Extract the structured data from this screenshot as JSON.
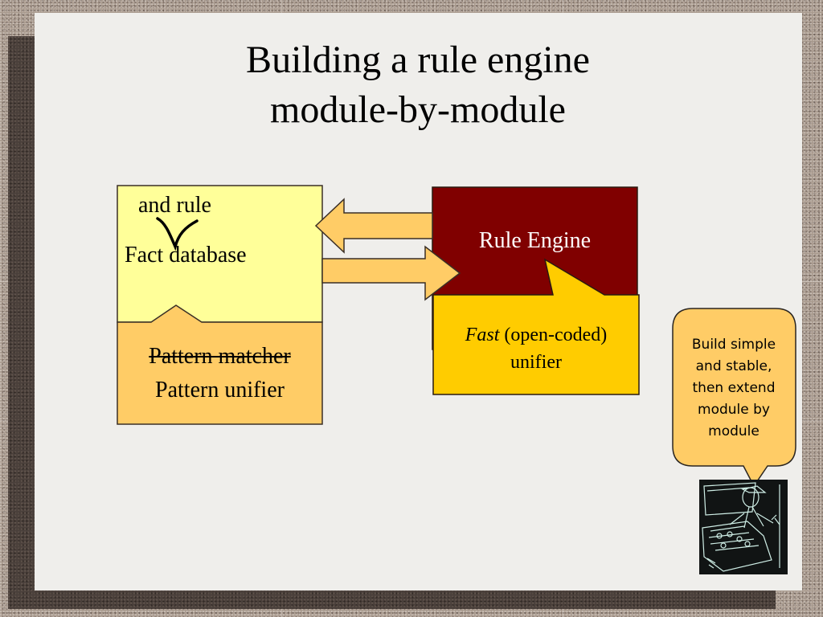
{
  "slide": {
    "title_line1": "Building a rule engine",
    "title_line2": "module-by-module"
  },
  "left_module": {
    "insert_text": "and rule",
    "label": "Fact database",
    "struck_label": "Pattern matcher",
    "replacement_label": "Pattern unifier",
    "colors": {
      "top": "#ffff99",
      "bottom": "#ffcc66"
    }
  },
  "right_module": {
    "engine_label": "Rule Engine",
    "unifier_emphasis": "Fast",
    "unifier_rest": " (open-coded)",
    "unifier_line2": "unifier",
    "colors": {
      "engine": "#800000",
      "unifier": "#ffcc00"
    }
  },
  "arrows": {
    "color": "#ffcc66",
    "items": [
      {
        "direction": "left",
        "from": "Rule Engine",
        "to": "Fact database"
      },
      {
        "direction": "right",
        "from": "Fact database",
        "to": "Rule Engine"
      }
    ]
  },
  "callout": {
    "lines": [
      "Build simple",
      "and stable,",
      "then extend",
      "module by",
      "module"
    ],
    "color": "#ffcc66"
  },
  "illustration": {
    "icon": "pinocchio-at-workbench-image"
  }
}
